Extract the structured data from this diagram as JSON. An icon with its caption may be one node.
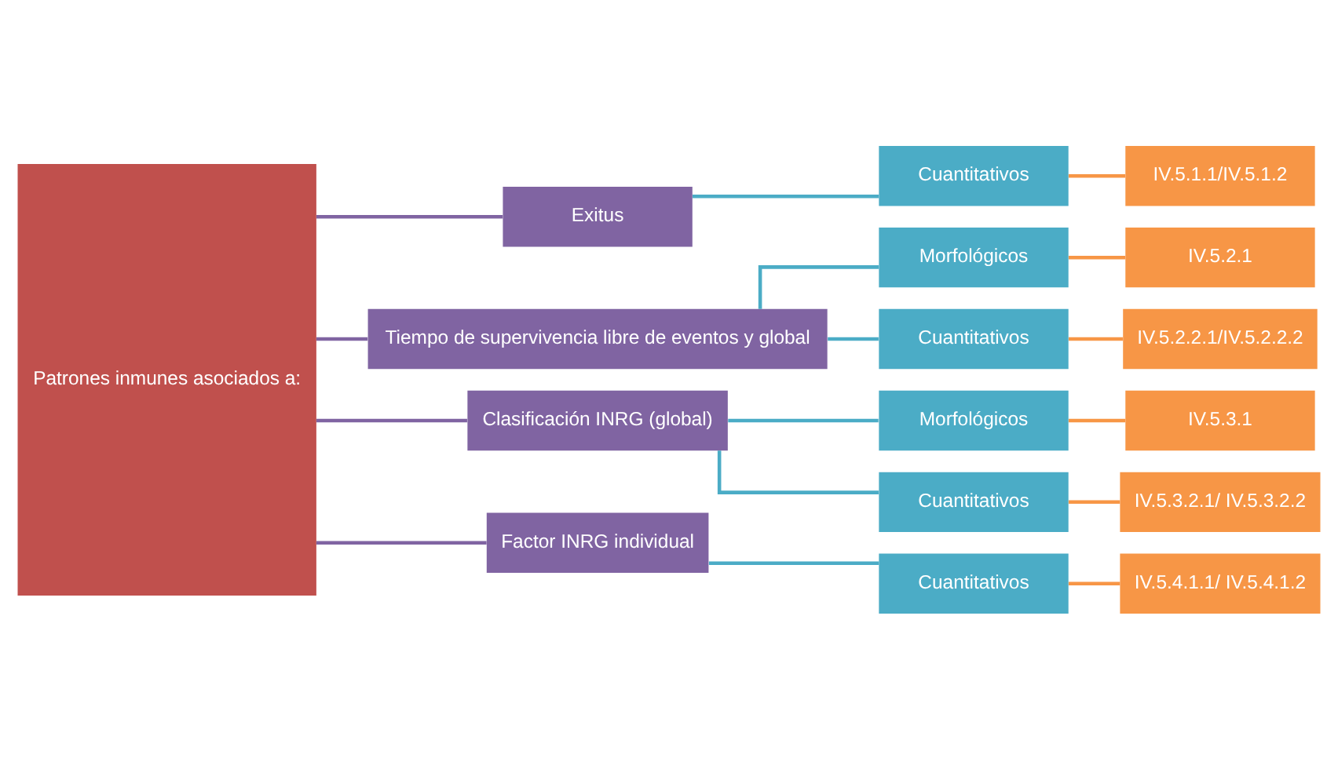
{
  "diagram": {
    "nodes": [
      {
        "text": [
          "Patrones inmunes asociados a:"
        ]
      },
      {
        "text": [
          "Exitus"
        ]
      },
      {
        "text": [
          "Cuantitativos"
        ]
      },
      {
        "text": [
          "IV.5.1.1/IV.5.1.2"
        ]
      },
      {
        "text": [
          "Tiempo de supervivencia libre de eventos y global"
        ]
      },
      {
        "text": [
          "Morfológicos"
        ]
      },
      {
        "text": [
          "IV.5.2.1"
        ]
      },
      {
        "text": [
          "Cuantitativos"
        ]
      },
      {
        "text": [
          "IV.5.2.2.1/IV.5.2.2.2"
        ]
      },
      {
        "text": [
          "Clasificación INRG (global)"
        ]
      },
      {
        "text": [
          "Morfológicos"
        ]
      },
      {
        "text": [
          "IV.5.3.1"
        ]
      },
      {
        "text": [
          "Cuantitativos"
        ]
      },
      {
        "text": [
          "IV.5.3.2.1/ IV.5.3.2.2"
        ]
      },
      {
        "text": [
          "Factor INRG individual"
        ]
      },
      {
        "text": [
          "Cuantitativos"
        ]
      },
      {
        "text": [
          "IV.5.4.1.1/ IV.5.4.1.2"
        ]
      }
    ],
    "edges": [
      {
        "from": 0,
        "to": 1,
        "arrow": "none",
        "color": "#8064a2"
      },
      {
        "from": 0,
        "to": 4,
        "arrow": "none",
        "color": "#8064a2"
      },
      {
        "from": 0,
        "to": 9,
        "arrow": "none",
        "color": "#8064a2"
      },
      {
        "from": 0,
        "to": 14,
        "arrow": "none",
        "color": "#8064a2"
      },
      {
        "from": 1,
        "to": 2,
        "arrow": "none",
        "color": "#4bacc6"
      },
      {
        "from": 2,
        "to": 3,
        "arrow": "none",
        "color": "#f79646"
      },
      {
        "from": 4,
        "to": 5,
        "arrow": "none",
        "color": "#4bacc6"
      },
      {
        "from": 4,
        "to": 7,
        "arrow": "none",
        "color": "#4bacc6"
      },
      {
        "from": 5,
        "to": 6,
        "arrow": "none",
        "color": "#f79646"
      },
      {
        "from": 7,
        "to": 8,
        "arrow": "none",
        "color": "#f79646"
      },
      {
        "from": 9,
        "to": 10,
        "arrow": "none",
        "color": "#4bacc6"
      },
      {
        "from": 9,
        "to": 12,
        "arrow": "none",
        "color": "#4bacc6"
      },
      {
        "from": 10,
        "to": 11,
        "arrow": "none",
        "color": "#f79646"
      },
      {
        "from": 12,
        "to": 13,
        "arrow": "none",
        "color": "#f79646"
      },
      {
        "from": 14,
        "to": 15,
        "arrow": "none",
        "color": "#4bacc6"
      },
      {
        "from": 15,
        "to": 16,
        "arrow": "none",
        "color": "#f79646"
      }
    ]
  }
}
